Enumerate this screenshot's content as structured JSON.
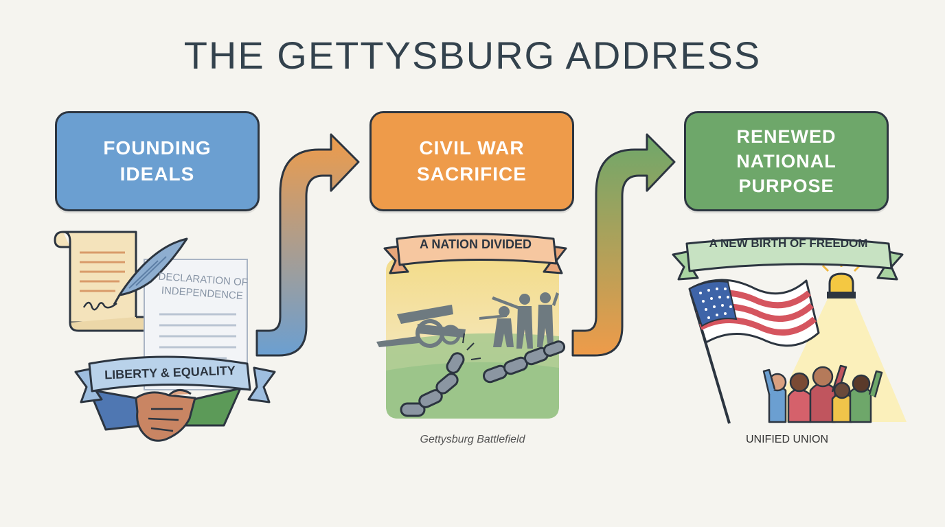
{
  "title": "THE GETTYSBURG ADDRESS",
  "colors": {
    "background": "#f5f4ef",
    "stage1": "#6b9fd1",
    "stage2": "#ee9b4a",
    "stage3": "#6ea76a",
    "outline": "#2c3540",
    "banner_blue": "#b9d2ea",
    "banner_orange": "#f6c7a0",
    "banner_green": "#c7e2c2"
  },
  "stages": [
    {
      "label": "FOUNDING\nIDEALS",
      "icons": [
        "scroll-icon",
        "quill-icon",
        "document-icon",
        "handshake-icon"
      ],
      "document_text": "DECLARATION OF\nINDEPENDENCE",
      "banner": "LIBERTY & EQUALITY"
    },
    {
      "label": "CIVIL WAR\nSACRIFICE",
      "icons": [
        "cannon-icon",
        "soldiers-icon",
        "broken-chain-icon"
      ],
      "banner": "A NATION DIVIDED",
      "caption": "Gettysburg Battlefield"
    },
    {
      "label": "RENEWED\nNATIONAL\nPURPOSE",
      "icons": [
        "american-flag-icon",
        "spotlight-icon",
        "crowd-icon"
      ],
      "banner": "A NEW BIRTH OF FREEDOM",
      "caption": "UNIFIED UNION"
    }
  ]
}
